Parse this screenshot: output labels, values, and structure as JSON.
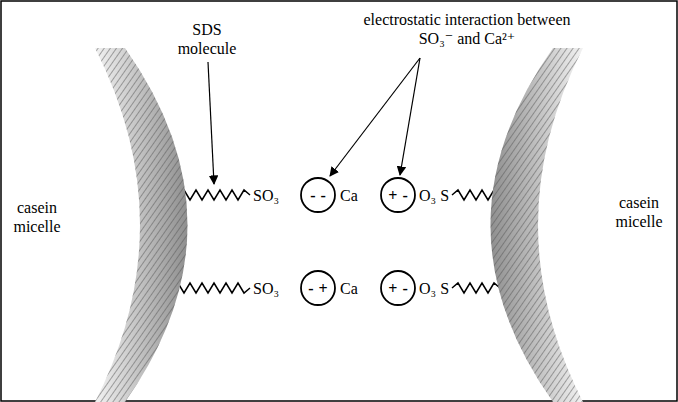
{
  "diagram": {
    "nodes": [
      {
        "text": [
          "casein micelle"
        ]
      },
      {
        "text": [
          "-",
          "-"
        ]
      },
      {
        "text": [
          "+",
          "-"
        ]
      },
      {
        "text": [
          "-",
          "+"
        ]
      },
      {
        "text": [
          "+",
          "-"
        ]
      },
      {
        "text": [
          "casein micelle"
        ]
      }
    ],
    "labels": [
      "SDS molecule",
      "electrostatic interaction between SO₃⁻ and Ca²⁺",
      "SO₃",
      "Ca",
      "O₃ S",
      "SO₃",
      "Ca",
      "O₃ S"
    ]
  }
}
